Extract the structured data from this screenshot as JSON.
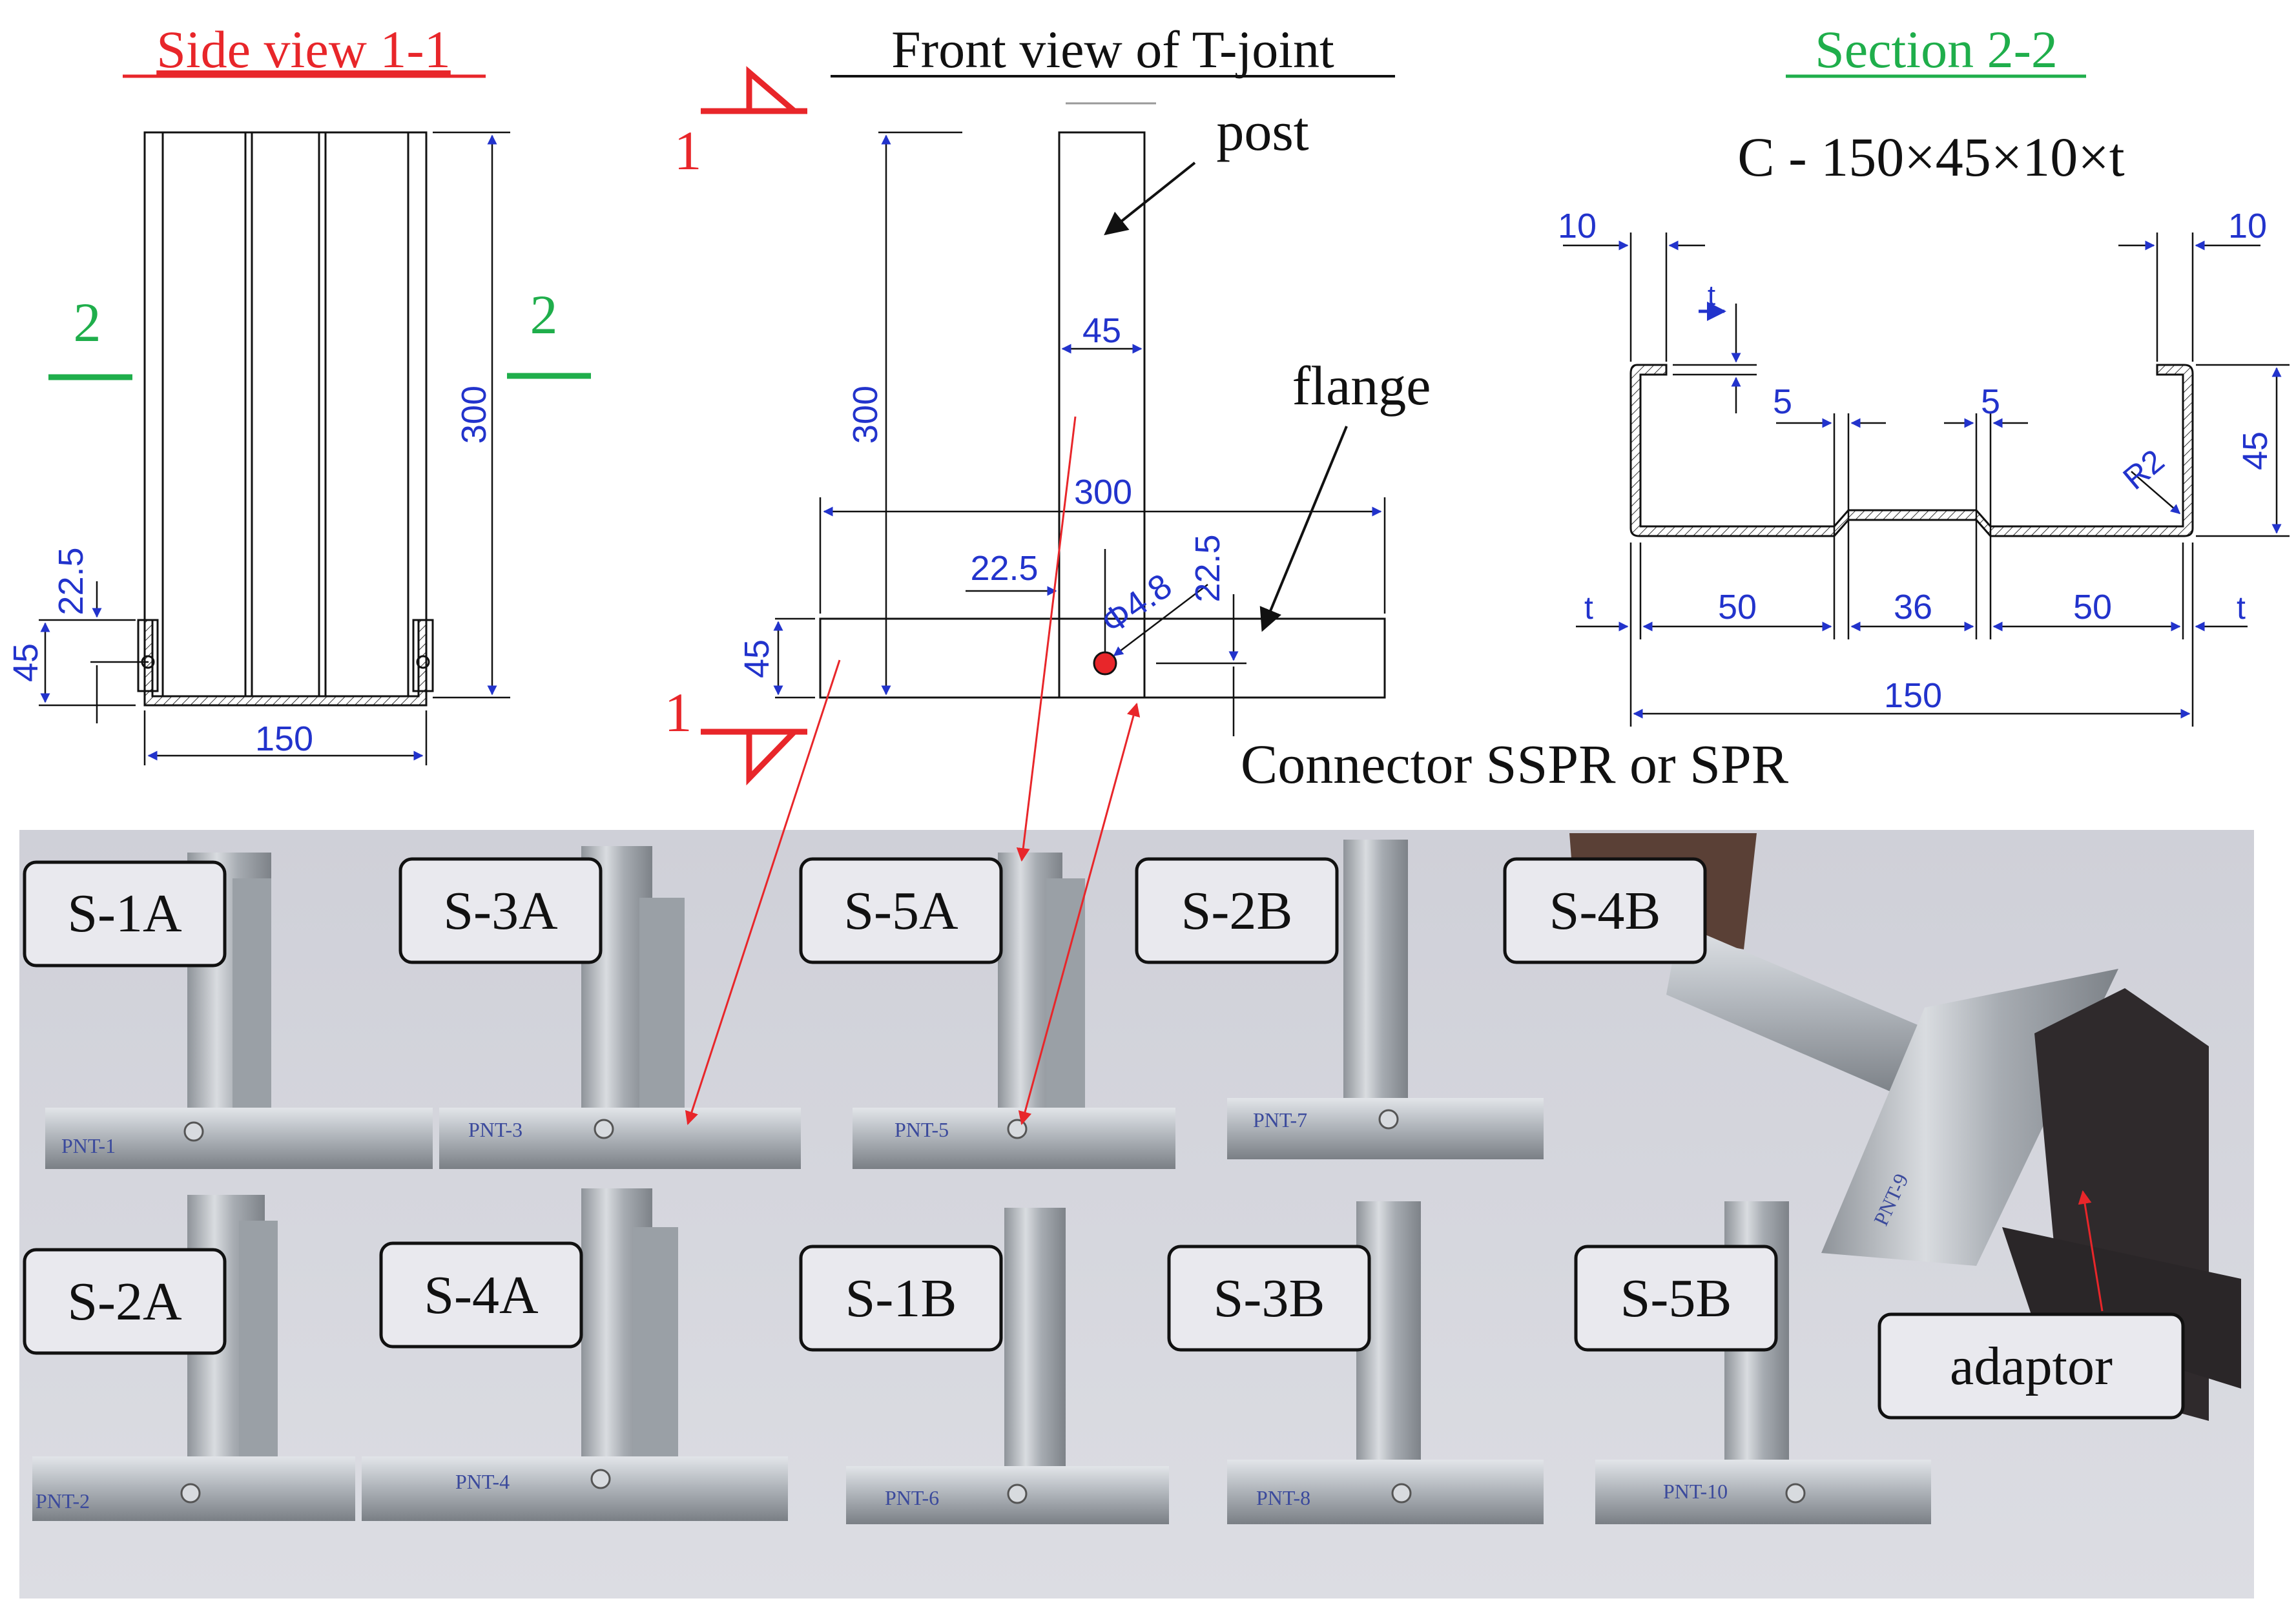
{
  "colors": {
    "red": "#e8262a",
    "green": "#1fae4b",
    "dim_blue": "#2233cc",
    "drawing": "#111111",
    "photo_bg": "#d7d8de",
    "steel": "#b7bbc1"
  },
  "side_view": {
    "title": "Side view 1-1",
    "marker_left": "2",
    "marker_right": "2",
    "dim_height": "300",
    "dim_offset": "22.5",
    "dim_flange": "45",
    "dim_width": "150"
  },
  "front_view": {
    "title": "Front view of T-joint",
    "marker_top": "1",
    "marker_bottom": "1",
    "label_post": "post",
    "label_flange": "flange",
    "label_connector": "Connector SSPR or SPR",
    "dim_post_width": "45",
    "dim_height": "300",
    "dim_flange_length": "300",
    "dim_offset_left": "22.5",
    "dim_offset_right": "22.5",
    "dim_diameter": "Φ4.8",
    "dim_flange": "45"
  },
  "section": {
    "title": "Section 2-2",
    "designation": "C  - 150×45×10×t",
    "dim_lip_left": "10",
    "dim_lip_right": "10",
    "dim_t_top": "t",
    "dim_groove_left": "5",
    "dim_groove_right": "5",
    "dim_radius": "R2",
    "dim_height": "45",
    "dim_t_left": "t",
    "dim_t_right": "t",
    "dim_seg_left": "50",
    "dim_seg_mid": "36",
    "dim_seg_right": "50",
    "dim_total": "150"
  },
  "photo": {
    "specimens_top": [
      "S-1A",
      "S-3A",
      "S-5A",
      "S-2B",
      "S-4B"
    ],
    "specimens_bottom": [
      "S-2A",
      "S-4A",
      "S-1B",
      "S-3B",
      "S-5B"
    ],
    "adaptor_label": "adaptor",
    "handwriting_top": [
      "PNT-1",
      "PNT-3",
      "PNT-5",
      "PNT-7",
      "PNT-9"
    ],
    "handwriting_bottom": [
      "PNT-2",
      "PNT-4",
      "PNT-6",
      "PNT-8",
      "PNT-10"
    ]
  }
}
